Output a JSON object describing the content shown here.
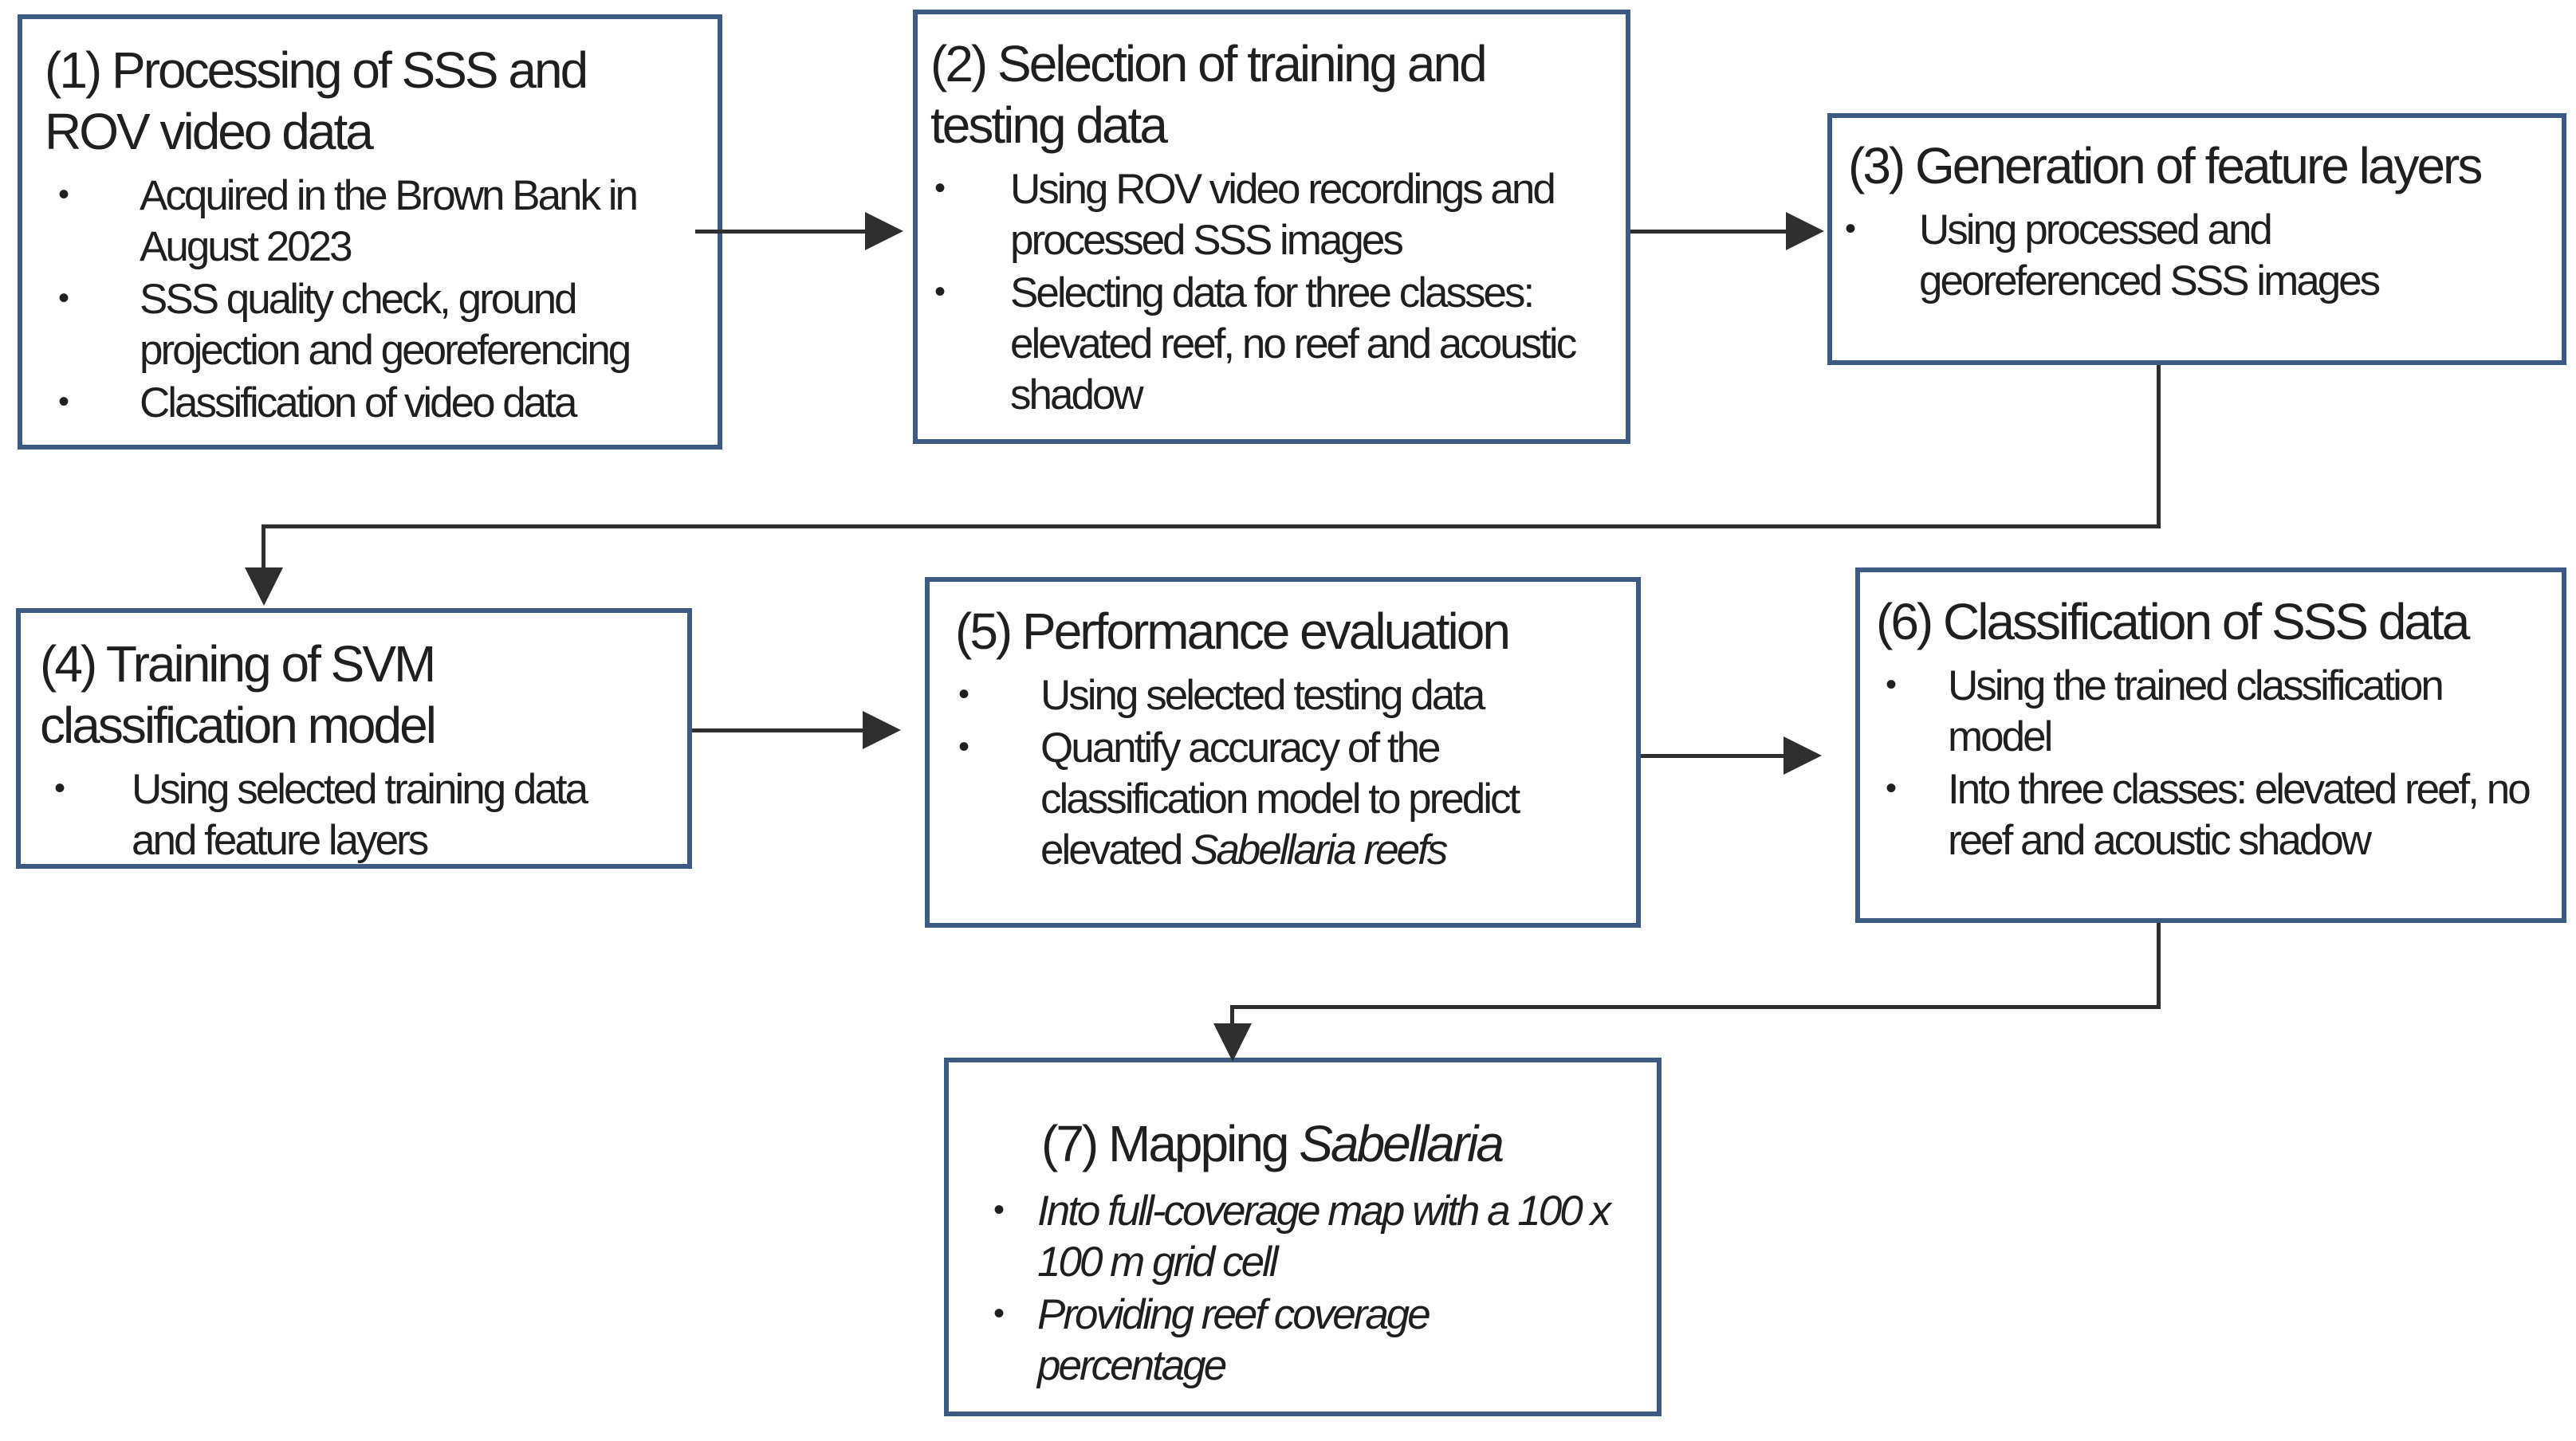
{
  "figure": {
    "type": "flowchart",
    "description": "Seven-step workflow for processing side-scan sonar (SSS) and ROV data to map Sabellaria reefs"
  },
  "colors": {
    "background": "#ffffff",
    "box_border": "#3c5a84",
    "box_fill": "#ffffff",
    "arrow": "#2e2e2e",
    "text": "#1f1f1f"
  },
  "steps": {
    "s1": {
      "title": "(1) Processing of SSS and ROV video data",
      "bullets": [
        "Acquired in the Brown Bank in August 2023",
        "SSS quality check, ground projection and georeferencing",
        "Classification of video data"
      ]
    },
    "s2": {
      "title": "(2) Selection of training and testing data",
      "bullets": [
        "Using ROV video recordings and processed SSS images",
        "Selecting data for three classes: elevated reef, no reef and acoustic shadow"
      ]
    },
    "s3": {
      "title": "(3) Generation of feature layers",
      "bullets": [
        "Using processed and georeferenced  SSS images"
      ]
    },
    "s4": {
      "title": "(4) Training of SVM classification model",
      "bullets": [
        "Using selected training data and feature layers"
      ]
    },
    "s5": {
      "title": "(5) Performance evaluation",
      "bullets": [
        "Using selected testing data"
      ],
      "bullet2": {
        "text": "Quantify accuracy of the classification model to predict elevated ",
        "italic": "Sabellaria reefs"
      }
    },
    "s6": {
      "title": "(6) Classification of SSS data",
      "bullets": [
        "Using the trained classification model",
        "Into three classes: elevated reef, no reef and acoustic shadow"
      ]
    },
    "s7": {
      "title": {
        "text": "(7) Mapping ",
        "italic": "Sabellaria"
      },
      "bullets": [
        "Into full-coverage map with a 100 x 100 m grid cell",
        "Providing reef coverage percentage"
      ]
    }
  },
  "connections": [
    {
      "from": "(1) Processing of SSS and ROV video data",
      "to": "(2) Selection of training and testing data"
    },
    {
      "from": "(2) Selection of training and testing data",
      "to": "(3) Generation of feature layers"
    },
    {
      "from": "(3) Generation of feature layers",
      "to": "(4) Training of SVM classification model"
    },
    {
      "from": "(4) Training of SVM classification model",
      "to": "(5) Performance evaluation"
    },
    {
      "from": "(5) Performance evaluation",
      "to": "(6) Classification of SSS data"
    },
    {
      "from": "(6) Classification of SSS data",
      "to": "(7) Mapping Sabellaria"
    }
  ]
}
